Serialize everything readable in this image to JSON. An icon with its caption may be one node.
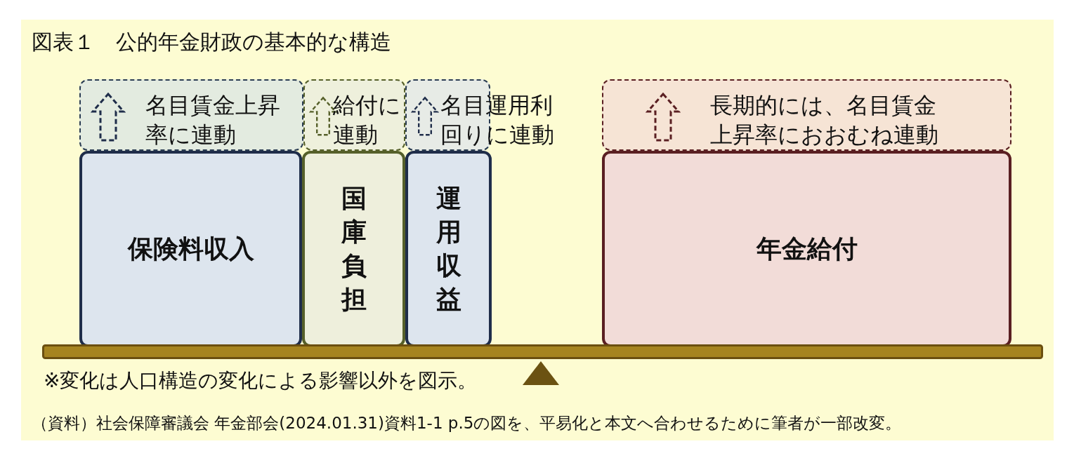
{
  "diagram": {
    "title": "図表１　公的年金財政の基本的な構造",
    "caption": "（資料）社会保障審議会 年金部会(2024.01.31)資料1-1 p.5の図を、平易化と本文へ合わせるために筆者が一部改変。",
    "nodes": [
      {
        "text": [
          "名目賃金上昇率に連動"
        ]
      },
      {
        "text": [
          "給付に連動"
        ]
      },
      {
        "text": [
          "名目運用利回りに連動"
        ]
      },
      {
        "text": [
          "長期的には、名目賃金上昇率におおむね連動"
        ]
      },
      {
        "text": [
          "保険料収入"
        ]
      },
      {
        "text": [
          "国庫負担"
        ]
      },
      {
        "text": [
          "運用収益"
        ]
      },
      {
        "text": [
          "年金給付"
        ]
      }
    ],
    "edges": [],
    "labels": [
      "※変化は人口構造の変化による影響以外を図示。"
    ]
  }
}
